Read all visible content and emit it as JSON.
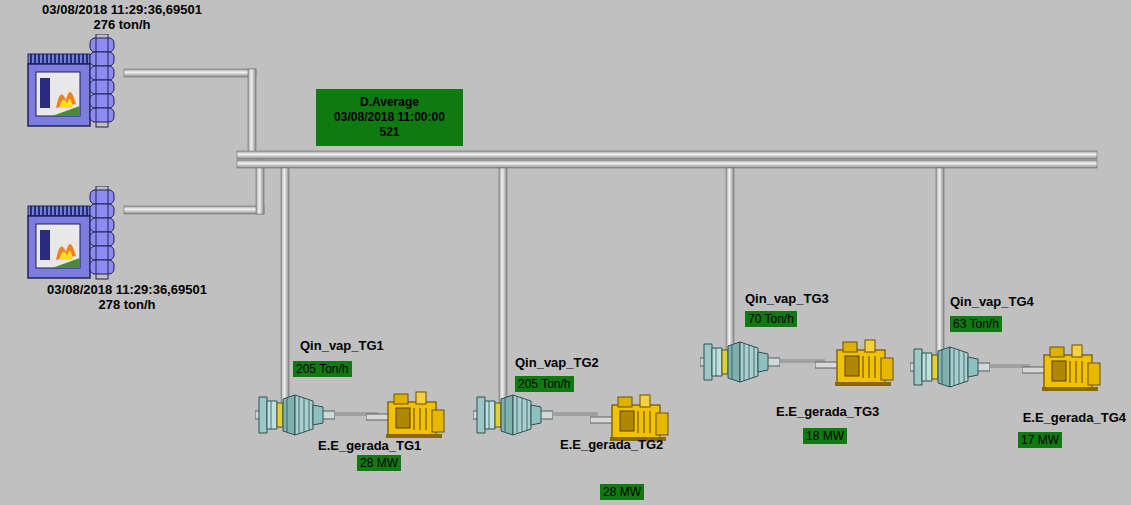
{
  "diagram": {
    "nodes": [
      {
        "text": [
          "D.Average",
          "03/08/2018 11:00:00",
          "521"
        ]
      },
      {
        "text": [
          "205 Ton/h"
        ]
      },
      {
        "text": [
          "28 MW"
        ]
      },
      {
        "text": [
          "205 Ton/h"
        ]
      },
      {
        "text": [
          "28 MW"
        ]
      },
      {
        "text": [
          "70 Ton/h"
        ]
      },
      {
        "text": [
          "18 MW"
        ]
      },
      {
        "text": [
          "63 Ton/h"
        ]
      },
      {
        "text": [
          "17 MW"
        ]
      }
    ],
    "labels": [
      "03/08/2018 11:29:36,69501",
      "276 ton/h",
      "03/08/2018 11:29:36,69501",
      "278 ton/h",
      "Qin_vap_TG1",
      "E.E_gerada_TG1",
      "Qin_vap_TG2",
      "E.E_gerada_TG2",
      "Qin_vap_TG3",
      "E.E_gerada_TG3",
      "Qin_vap_TG4",
      "E.E_gerada_TG4"
    ]
  }
}
